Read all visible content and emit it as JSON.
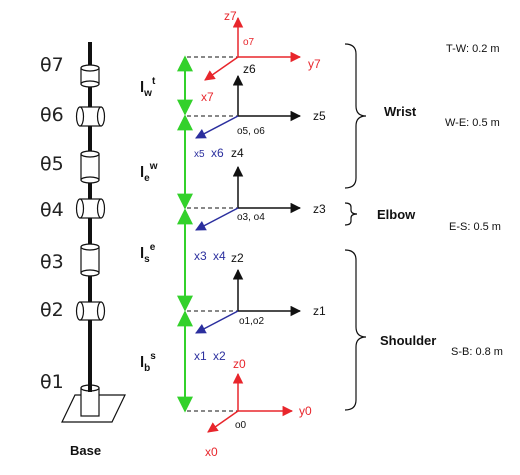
{
  "joints": [
    "θ7",
    "θ6",
    "θ5",
    "θ4",
    "θ3",
    "θ2",
    "θ1"
  ],
  "base_label": "Base",
  "lengths": {
    "wrist_tool": {
      "main": "l",
      "sub": "w",
      "sup": "t"
    },
    "elbow_wrist": {
      "main": "l",
      "sub": "e",
      "sup": "w"
    },
    "shoulder_elbow": {
      "main": "l",
      "sub": "s",
      "sup": "e"
    },
    "base_shoulder": {
      "main": "l",
      "sub": "b",
      "sup": "s"
    }
  },
  "frames": {
    "f7": {
      "origin": "o7",
      "x": "x7",
      "y": "y7",
      "z": "z7"
    },
    "f56": {
      "origin": "o5, o6",
      "z_top": "z6",
      "z_right": "z5",
      "x_a": "x5",
      "x_b": "x6"
    },
    "f34": {
      "origin": "o3, o4",
      "z_top": "z4",
      "z_right": "z3",
      "x_a": "x3",
      "x_b": "x4"
    },
    "f12": {
      "origin": "o1,o2",
      "z_top": "z2",
      "z_right": "z1",
      "x_a": "x1",
      "x_b": "x2"
    },
    "f0": {
      "origin": "o0",
      "x": "x0",
      "y": "y0",
      "z": "z0"
    }
  },
  "groups": [
    "Wrist",
    "Elbow",
    "Shoulder"
  ],
  "distances": [
    "T-W: 0.2 m",
    "W-E: 0.5 m",
    "E-S: 0.5 m",
    "S-B: 0.8 m"
  ],
  "colors": {
    "red": "#e8262c",
    "blue": "#2b2f9e",
    "green": "#33d12b",
    "black": "#111111"
  }
}
